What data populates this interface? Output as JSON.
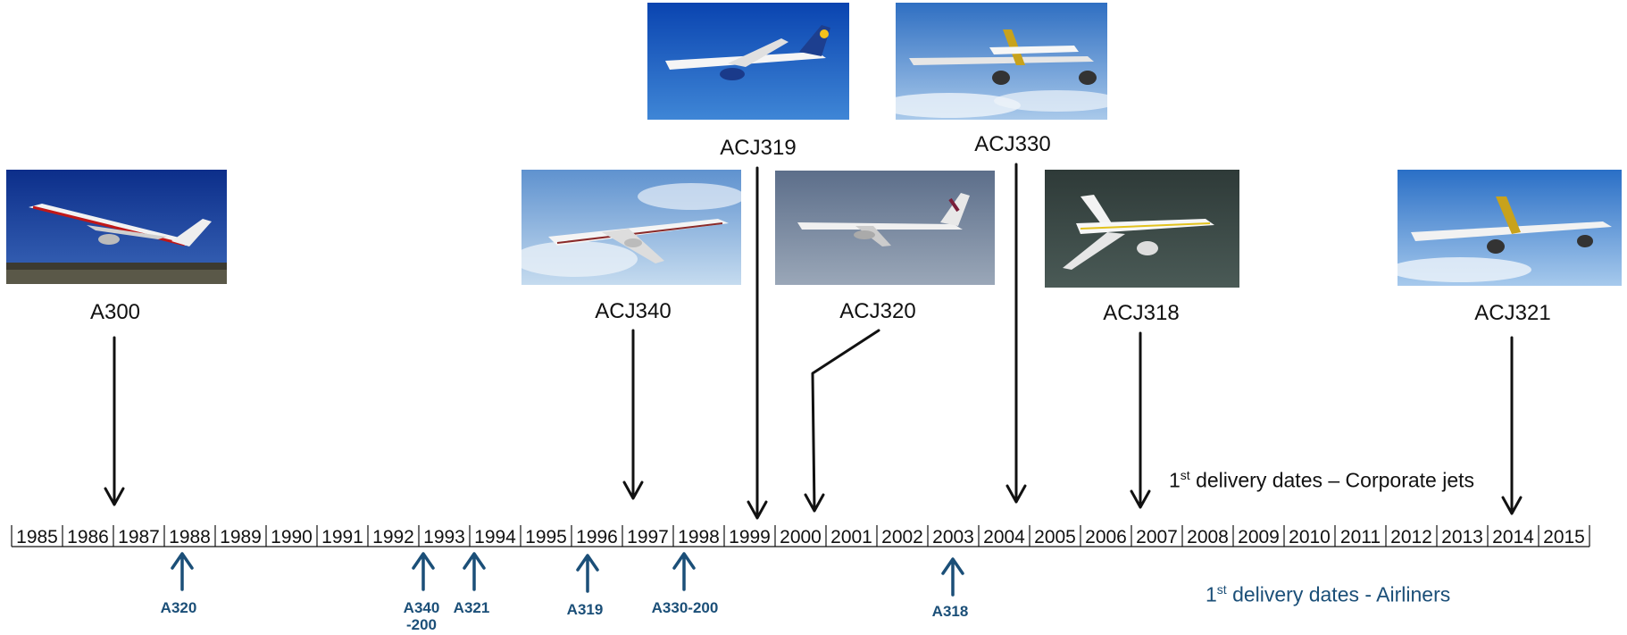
{
  "colors": {
    "corporate_arrow": "#111111",
    "airliner_blue": "#1b4f78"
  },
  "timeline": {
    "years": [
      "1985",
      "1986",
      "1987",
      "1988",
      "1989",
      "1990",
      "1991",
      "1992",
      "1993",
      "1994",
      "1995",
      "1996",
      "1997",
      "1998",
      "1999",
      "2000",
      "2001",
      "2002",
      "2003",
      "2004",
      "2005",
      "2006",
      "2007",
      "2008",
      "2009",
      "2010",
      "2011",
      "2012",
      "2013",
      "2014",
      "2015"
    ]
  },
  "corporate_jets": [
    {
      "label": "A300",
      "year": "1987"
    },
    {
      "label": "ACJ340",
      "year": "1997"
    },
    {
      "label": "ACJ319",
      "year": "1999"
    },
    {
      "label": "ACJ320",
      "year": "2000"
    },
    {
      "label": "ACJ330",
      "year": "2004"
    },
    {
      "label": "ACJ318",
      "year": "2007"
    },
    {
      "label": "ACJ321",
      "year": "2014"
    }
  ],
  "airliners": [
    {
      "label": "A320",
      "year": "1988"
    },
    {
      "label": "A340\n-200",
      "year": "1993"
    },
    {
      "label": "A321",
      "year": "1994"
    },
    {
      "label": "A319",
      "year": "1996"
    },
    {
      "label": "A330-200",
      "year": "1998"
    },
    {
      "label": "A318",
      "year": "2003"
    }
  ],
  "captions": {
    "corporate": {
      "prefix": "1",
      "sup": "st",
      "text": " delivery dates – Corporate jets"
    },
    "airliners": {
      "prefix": "1",
      "sup": "st",
      "text": " delivery dates - Airliners"
    }
  }
}
